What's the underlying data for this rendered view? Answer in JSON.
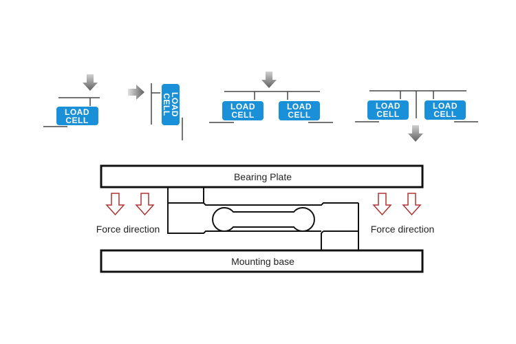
{
  "colors": {
    "load_cell_fill": "#1a90d8",
    "load_cell_text": "#ffffff",
    "line": "#333333",
    "arrow_gray": "#777777",
    "force_arrow": "#c0392b",
    "outline": "#111111"
  },
  "mounting_examples": [
    {
      "id": "single-top-load",
      "cells": [
        {
          "line1": "LOAD",
          "line2": "CELL"
        }
      ],
      "arrow": "down-from-top"
    },
    {
      "id": "single-side-load",
      "cells": [
        {
          "line1": "LOAD",
          "line2": "CELL"
        }
      ],
      "arrow": "right-from-side"
    },
    {
      "id": "dual-top-load",
      "cells": [
        {
          "line1": "LOAD",
          "line2": "CELL"
        },
        {
          "line1": "LOAD",
          "line2": "CELL"
        }
      ],
      "arrow": "down-from-top"
    },
    {
      "id": "dual-hanging-load",
      "cells": [
        {
          "line1": "LOAD",
          "line2": "CELL"
        },
        {
          "line1": "LOAD",
          "line2": "CELL"
        }
      ],
      "arrow": "down-below"
    }
  ],
  "assembly": {
    "bearing_plate_label": "Bearing Plate",
    "mounting_base_label": "Mounting base",
    "force_left_label": "Force direction",
    "force_right_label": "Force direction"
  }
}
